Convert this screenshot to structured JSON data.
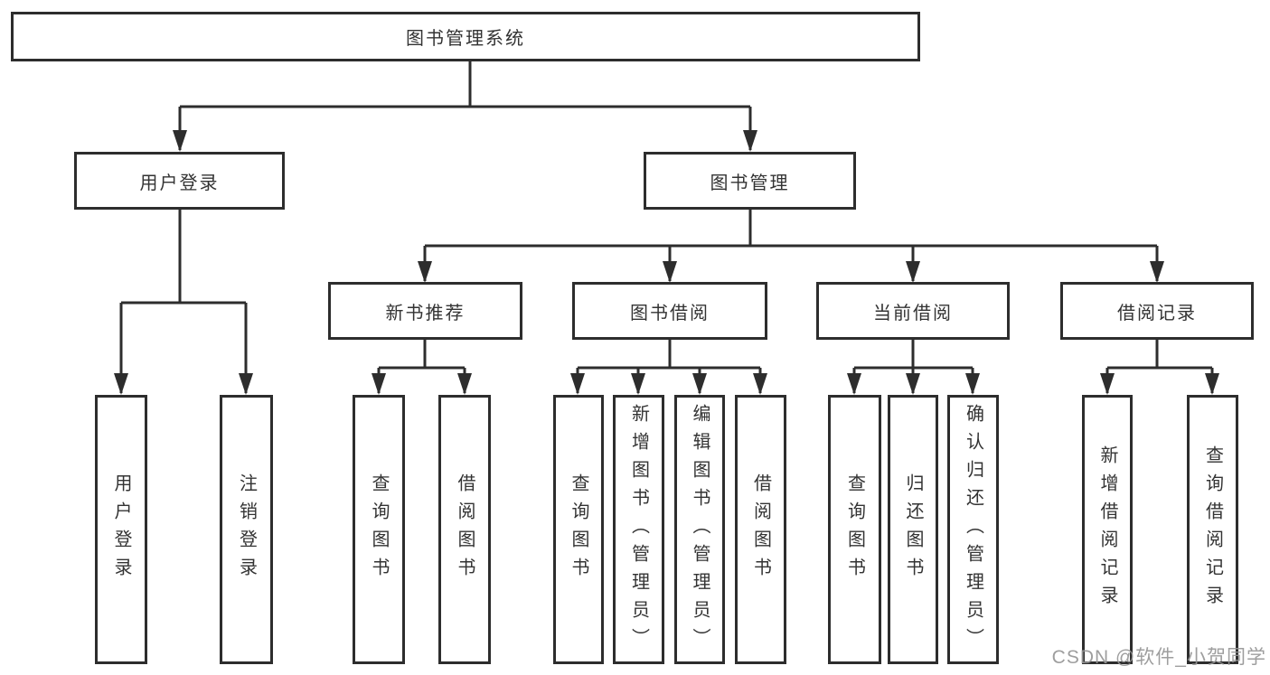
{
  "tree": {
    "label": "图书管理系统",
    "children": [
      {
        "label": "用户登录",
        "children": [
          {
            "label": "用户登录"
          },
          {
            "label": "注销登录"
          }
        ]
      },
      {
        "label": "图书管理",
        "children": [
          {
            "label": "新书推荐",
            "children": [
              {
                "label": "查询图书"
              },
              {
                "label": "借阅图书"
              }
            ]
          },
          {
            "label": "图书借阅",
            "children": [
              {
                "label": "查询图书"
              },
              {
                "label": "新增图书（管理员）"
              },
              {
                "label": "编辑图书（管理员）"
              },
              {
                "label": "借阅图书"
              }
            ]
          },
          {
            "label": "当前借阅",
            "children": [
              {
                "label": "查询图书"
              },
              {
                "label": "归还图书"
              },
              {
                "label": "确认归还（管理员）"
              }
            ]
          },
          {
            "label": "借阅记录",
            "children": [
              {
                "label": "新增借阅记录"
              },
              {
                "label": "查询借阅记录"
              }
            ]
          }
        ]
      }
    ]
  },
  "watermark": {
    "text": "CSDN @软件_小贺同学"
  },
  "colors": {
    "line": "#2d2d2d",
    "text": "#333333",
    "watermark": "#969696",
    "background": "#ffffff"
  }
}
